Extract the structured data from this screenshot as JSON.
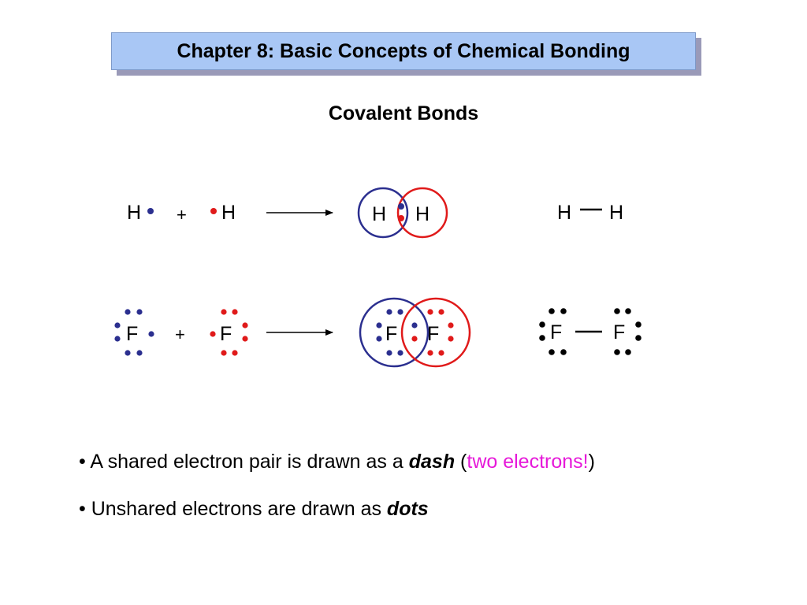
{
  "slide": {
    "title": "Chapter 8: Basic Concepts of Chemical Bonding",
    "subtitle": "Covalent Bonds"
  },
  "colors": {
    "atom_a": "#2b2f8f",
    "atom_b": "#e01a1a",
    "bonded": "#000000",
    "highlight": "#e619d9",
    "title_bg": "#a9c7f5"
  },
  "diagram": {
    "hydrogen": {
      "atom_a": "H",
      "atom_b": "H",
      "plus": "+",
      "bond_left": "H",
      "bond_right": "H"
    },
    "fluorine": {
      "atom_a": "F",
      "atom_b": "F",
      "plus": "+",
      "bond_left": "F",
      "bond_right": "F"
    }
  },
  "bullets": [
    {
      "marker": "•",
      "text_before": "A shared electron pair is drawn as a ",
      "emphasis": "dash",
      "text_middle": " (",
      "highlight": "two electrons!",
      "text_after": ")"
    },
    {
      "marker": "•",
      "text_before": "Unshared electrons are drawn as ",
      "emphasis": "dots"
    }
  ]
}
